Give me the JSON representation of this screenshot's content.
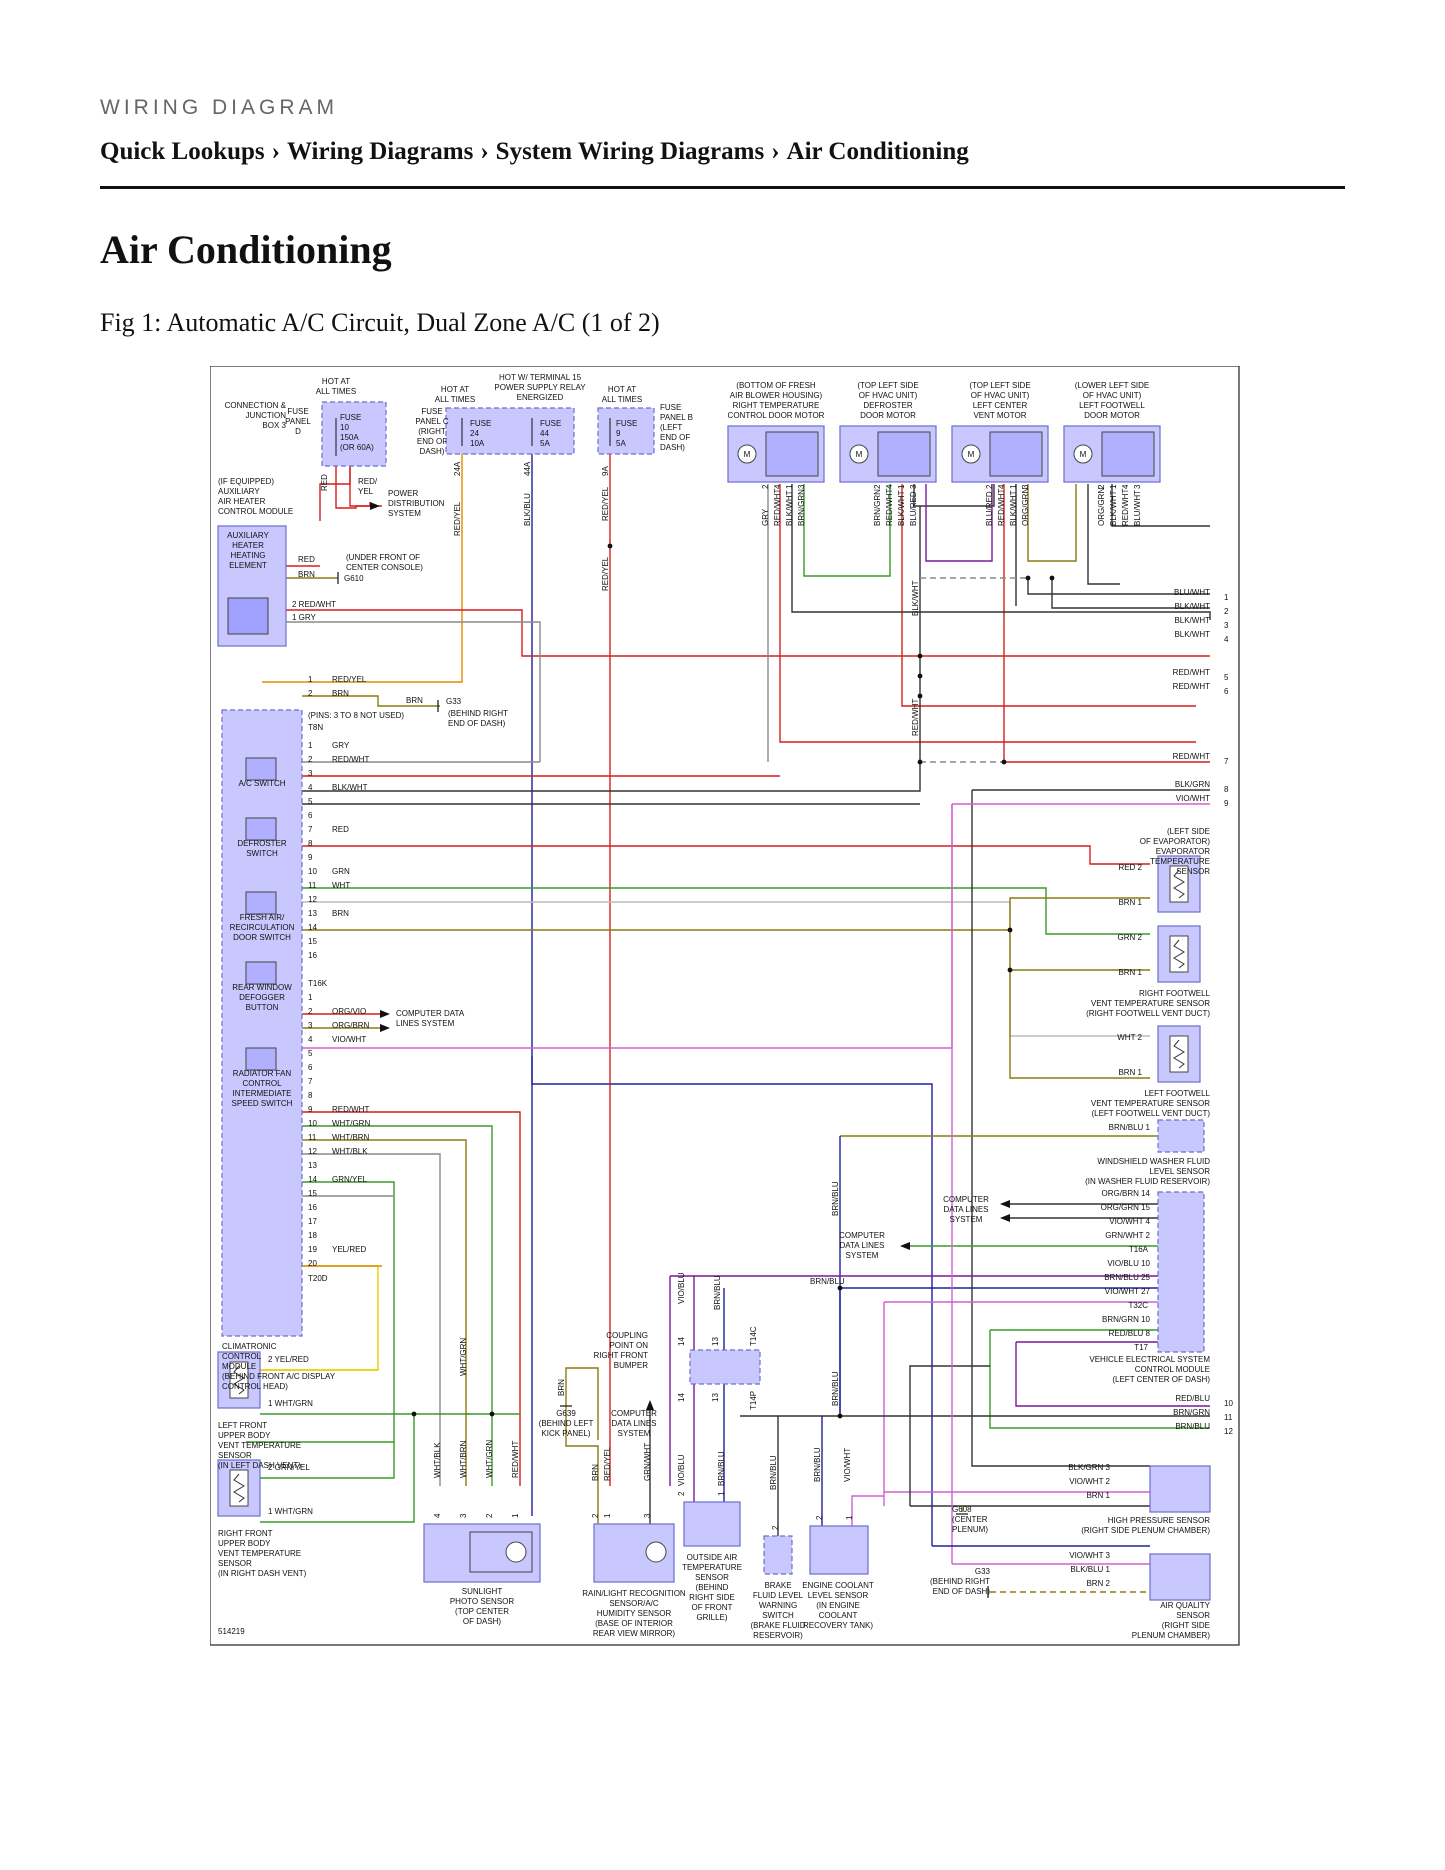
{
  "header": {
    "eyebrow": "WIRING DIAGRAM",
    "breadcrumbs": [
      "Quick Lookups",
      "Wiring Diagrams",
      "System Wiring Diagrams",
      "Air Conditioning"
    ],
    "separator": "›"
  },
  "page_title": "Air Conditioning",
  "figure_caption": "Fig 1: Automatic A/C Circuit, Dual Zone A/C (1 of 2)",
  "diagram": {
    "figure_id": "514219",
    "power": {
      "hot_all_times_1": "HOT AT ALL TIMES",
      "hot_all_times_2": "HOT AT ALL TIMES",
      "hot_terminal15": [
        "HOT W/ TERMINAL 15",
        "POWER SUPPLY RELAY",
        "ENERGIZED"
      ],
      "hot_all_times_3": "HOT AT ALL TIMES",
      "connection_junction": [
        "CONNECTION &",
        "JUNCTION",
        "BOX 3"
      ],
      "fuse_panel_d": [
        "FUSE",
        "PANEL",
        "D"
      ],
      "fuse_10": [
        "FUSE",
        "10",
        "150A",
        "(OR 60A)"
      ],
      "fuse_panel_c": [
        "FUSE",
        "PANEL C",
        "(RIGHT",
        "END OF",
        "DASH)"
      ],
      "fuse_24": [
        "FUSE",
        "24",
        "10A"
      ],
      "fuse_44": [
        "FUSE",
        "44",
        "5A"
      ],
      "fuse_9": [
        "FUSE",
        "9",
        "5A"
      ],
      "fuse_panel_b": [
        "FUSE",
        "PANEL B",
        "(LEFT",
        "END OF",
        "DASH)"
      ],
      "pds": [
        "POWER",
        "DISTRIBUTION",
        "SYSTEM"
      ],
      "red_yel": [
        "RED/",
        "YEL"
      ]
    },
    "motors": [
      {
        "label": [
          "(BOTTOM OF FRESH",
          "AIR BLOWER HOUSING)",
          "RIGHT TEMPERATURE",
          "CONTROL DOOR MOTOR"
        ],
        "wires": [
          "GRY",
          "RED/WHT",
          "BLK/WHT",
          "BRN/GRN"
        ],
        "pins": [
          "2",
          "4",
          "1",
          "3"
        ]
      },
      {
        "label": [
          "(TOP LEFT SIDE",
          "OF HVAC UNIT)",
          "DEFROSTER",
          "DOOR MOTOR"
        ],
        "wires": [
          "BRN/GRN",
          "RED/WHT",
          "BLK/WHT",
          "BLU/RED"
        ],
        "pins": [
          "2",
          "4",
          "1",
          "3"
        ]
      },
      {
        "label": [
          "(TOP LEFT SIDE",
          "OF HVAC UNIT)",
          "LEFT CENTER",
          "VENT MOTOR"
        ],
        "wires": [
          "BLU/RED",
          "RED/WHT",
          "BLK/WHT",
          "ORG/GRN"
        ],
        "pins": [
          "2",
          "4",
          "1",
          "3"
        ]
      },
      {
        "label": [
          "(LOWER LEFT SIDE",
          "OF HVAC UNIT)",
          "LEFT FOOTWELL",
          "DOOR MOTOR"
        ],
        "wires": [
          "ORG/GRN",
          "BLK/WHT",
          "RED/WHT",
          "BLU/WHT"
        ],
        "pins": [
          "2",
          "1",
          "4",
          "3"
        ]
      }
    ],
    "aux_heater": {
      "module": [
        "(IF EQUIPPED)",
        "AUXILIARY",
        "AIR HEATER",
        "CONTROL MODULE"
      ],
      "element": [
        "AUXILIARY",
        "HEATER",
        "HEATING",
        "ELEMENT"
      ],
      "ground_note": [
        "(UNDER FRONT OF",
        "CENTER CONSOLE)"
      ],
      "ground": "G610",
      "wires": [
        "RED",
        "BRN",
        "RED/WHT",
        "GRY"
      ],
      "pins": [
        "2",
        "1"
      ]
    },
    "ccm": {
      "label": [
        "CLIMATRONIC",
        "CONTROL",
        "MODULE",
        "(BEHIND FRONT A/C DISPLAY",
        "CONTROL HEAD)"
      ],
      "switches": [
        "A/C SWITCH",
        "DEFROSTER SWITCH",
        "FRESH AIR/ RECIRCULATION DOOR SWITCH",
        "REAR WINDOW DEFOGGER BUTTON",
        "RADIATOR FAN CONTROL INTERMEDIATE SPEED SWITCH"
      ],
      "connectors": [
        "T8N",
        "T16K",
        "T20D"
      ],
      "pins_note": "(PINS: 3 TO 8 NOT USED)",
      "g33": "G33",
      "g33_note": [
        "(BEHIND RIGHT",
        "END OF DASH)"
      ],
      "t8n_pins": [
        {
          "pin": "1",
          "wire": "RED/YEL"
        },
        {
          "pin": "2",
          "wire": "BRN"
        }
      ],
      "t16k_pins": [
        {
          "pin": "1",
          "wire": "GRY"
        },
        {
          "pin": "2",
          "wire": "RED/WHT"
        },
        {
          "pin": "3",
          "wire": ""
        },
        {
          "pin": "4",
          "wire": "BLK/WHT"
        },
        {
          "pin": "5",
          "wire": ""
        },
        {
          "pin": "6",
          "wire": ""
        },
        {
          "pin": "7",
          "wire": "RED"
        },
        {
          "pin": "8",
          "wire": ""
        },
        {
          "pin": "9",
          "wire": ""
        },
        {
          "pin": "10",
          "wire": "GRN"
        },
        {
          "pin": "11",
          "wire": "WHT"
        },
        {
          "pin": "12",
          "wire": ""
        },
        {
          "pin": "13",
          "wire": "BRN"
        },
        {
          "pin": "14",
          "wire": ""
        },
        {
          "pin": "15",
          "wire": ""
        },
        {
          "pin": "16",
          "wire": ""
        }
      ],
      "t20d_pins": [
        {
          "pin": "1",
          "wire": ""
        },
        {
          "pin": "2",
          "wire": "ORG/VIO"
        },
        {
          "pin": "3",
          "wire": "ORG/BRN"
        },
        {
          "pin": "4",
          "wire": "VIO/WHT"
        },
        {
          "pin": "5",
          "wire": ""
        },
        {
          "pin": "6",
          "wire": ""
        },
        {
          "pin": "7",
          "wire": ""
        },
        {
          "pin": "8",
          "wire": ""
        },
        {
          "pin": "9",
          "wire": "RED/WHT"
        },
        {
          "pin": "10",
          "wire": "WHT/GRN"
        },
        {
          "pin": "11",
          "wire": "WHT/BRN"
        },
        {
          "pin": "12",
          "wire": "WHT/BLK"
        },
        {
          "pin": "13",
          "wire": ""
        },
        {
          "pin": "14",
          "wire": "GRN/YEL"
        },
        {
          "pin": "15",
          "wire": ""
        },
        {
          "pin": "16",
          "wire": ""
        },
        {
          "pin": "17",
          "wire": ""
        },
        {
          "pin": "18",
          "wire": ""
        },
        {
          "pin": "19",
          "wire": "YEL/RED"
        },
        {
          "pin": "20",
          "wire": ""
        }
      ],
      "cdls": [
        "COMPUTER DATA",
        "LINES SYSTEM"
      ]
    },
    "right_bus": [
      {
        "wire": "BLU/WHT",
        "ref": "1"
      },
      {
        "wire": "BLK/WHT",
        "ref": "2"
      },
      {
        "wire": "BLK/WHT",
        "ref": "3"
      },
      {
        "wire": "BLK/WHT",
        "ref": "4"
      },
      {
        "wire": "RED/WHT",
        "ref": "5"
      },
      {
        "wire": "RED/WHT",
        "ref": "6"
      },
      {
        "wire": "RED/WHT",
        "ref": "7"
      },
      {
        "wire": "BLK/GRN",
        "ref": "8"
      },
      {
        "wire": "VIO/WHT",
        "ref": "9"
      }
    ],
    "sensors_right": {
      "evap": [
        "(LEFT SIDE",
        "OF EVAPORATOR)",
        "EVAPORATOR",
        "TEMPERATURE",
        "SENSOR"
      ],
      "rfoot": [
        "RIGHT FOOTWELL",
        "VENT TEMPERATURE SENSOR",
        "(RIGHT FOOTWELL VENT DUCT)"
      ],
      "lfoot": [
        "LEFT FOOTWELL",
        "VENT TEMPERATURE SENSOR",
        "(LEFT FOOTWELL VENT DUCT)"
      ],
      "washer": [
        "WINDSHIELD WASHER FLUID",
        "LEVEL SENSOR",
        "(IN WASHER FLUID RESERVOIR)"
      ],
      "evap_wires": [
        {
          "wire": "RED",
          "pin": "2"
        },
        {
          "wire": "BRN",
          "pin": "1"
        }
      ],
      "rfoot_wires": [
        {
          "wire": "GRN",
          "pin": "2"
        },
        {
          "wire": "BRN",
          "pin": "1"
        }
      ],
      "lfoot_wires": [
        {
          "wire": "WHT",
          "pin": "2"
        },
        {
          "wire": "BRN",
          "pin": "1"
        }
      ],
      "washer_wire": {
        "wire": "BRN/BLU",
        "pin": "1"
      }
    },
    "vecm": {
      "label": [
        "VEHICLE ELECTRICAL SYSTEM",
        "CONTROL MODULE",
        "(LEFT CENTER OF DASH)"
      ],
      "cdls": [
        "COMPUTER",
        "DATA LINES",
        "SYSTEM"
      ],
      "t16a": "T16A",
      "t32c": "T32C",
      "t17": "T17",
      "pins": [
        {
          "wire": "ORG/BRN",
          "pin": "14"
        },
        {
          "wire": "ORG/GRN",
          "pin": "15"
        },
        {
          "wire": "VIO/WHT",
          "pin": "4"
        },
        {
          "wire": "GRN/WHT",
          "pin": "2"
        },
        {
          "wire": "VIO/BLU",
          "pin": "10"
        },
        {
          "wire": "BRN/BLU",
          "pin": "25"
        },
        {
          "wire": "VIO/WHT",
          "pin": "27"
        },
        {
          "wire": "BRN/GRN",
          "pin": "10"
        },
        {
          "wire": "RED/BLU",
          "pin": "8"
        }
      ],
      "out_bus": [
        {
          "wire": "RED/BLU",
          "ref": "10"
        },
        {
          "wire": "BRN/GRN",
          "ref": "11"
        },
        {
          "wire": "BRN/BLU",
          "ref": "12"
        }
      ]
    },
    "bottom": {
      "lf_sensor": [
        "LEFT FRONT",
        "UPPER BODY",
        "VENT TEMPERATURE",
        "SENSOR",
        "(IN LEFT DASH VENT)"
      ],
      "rf_sensor": [
        "RIGHT FRONT",
        "UPPER BODY",
        "VENT TEMPERATURE",
        "SENSOR",
        "(IN RIGHT DASH VENT)"
      ],
      "lf_wires": [
        {
          "pin": "2",
          "wire": "YEL/RED"
        },
        {
          "pin": "1",
          "wire": "WHT/GRN"
        }
      ],
      "rf_wires": [
        {
          "pin": "2",
          "wire": "GRN/YEL"
        },
        {
          "pin": "1",
          "wire": "WHT/GRN"
        }
      ],
      "sunlight": [
        "SUNLIGHT",
        "PHOTO SENSOR",
        "(TOP CENTER",
        "OF DASH)"
      ],
      "sunlight_wires": [
        {
          "pin": "4",
          "wire": "WHT/BLK"
        },
        {
          "pin": "3",
          "wire": "WHT/BRN"
        },
        {
          "pin": "2",
          "wire": "WHT/GRN"
        },
        {
          "pin": "1",
          "wire": "RED/WHT"
        }
      ],
      "rain": [
        "RAIN/LIGHT RECOGNITION",
        "SENSOR/A/C",
        "HUMIDITY SENSOR",
        "(BASE OF INTERIOR",
        "REAR VIEW MIRROR)"
      ],
      "rain_wires": [
        {
          "pin": "2",
          "wire": "BRN"
        },
        {
          "pin": "1",
          "wire": "RED/YEL"
        },
        {
          "pin": "3",
          "wire": "GRN/WHT"
        }
      ],
      "g639": [
        "G639",
        "(BEHIND LEFT",
        "KICK PANEL)"
      ],
      "coupling": [
        "COUPLING",
        "POINT ON",
        "RIGHT FRONT",
        "BUMPER"
      ],
      "coupling_cdls": [
        "COMPUTER",
        "DATA LINES",
        "SYSTEM"
      ],
      "t14c": "T14C",
      "t14p": "T14P",
      "outside": [
        "OUTSIDE AIR",
        "TEMPERATURE",
        "SENSOR",
        "(BEHIND",
        "RIGHT SIDE",
        "OF FRONT",
        "GRILLE)"
      ],
      "outside_wires": [
        {
          "pin": "2",
          "wire": "VIO/BLU"
        },
        {
          "pin": "1",
          "wire": "BRN/BLU"
        }
      ],
      "brake": [
        "BRAKE",
        "FLUID LEVEL",
        "WARNING",
        "SWITCH",
        "(BRAKE FLUID",
        "RESERVOIR)"
      ],
      "brake_wire": {
        "pin": "2",
        "wire": "BRN/BLU"
      },
      "coolant": [
        "ENGINE COOLANT",
        "LEVEL SENSOR",
        "(IN ENGINE",
        "COOLANT",
        "RECOVERY TANK)"
      ],
      "coolant_wires": [
        {
          "pin": "2",
          "wire": "BRN/BLU"
        },
        {
          "pin": "1",
          "wire": "VIO/WHT"
        }
      ],
      "hps": [
        "HIGH PRESSURE SENSOR",
        "(RIGHT SIDE PLENUM CHAMBER)"
      ],
      "hps_wires": [
        {
          "wire": "BLK/GRN",
          "pin": "3"
        },
        {
          "wire": "VIO/WHT",
          "pin": "2"
        },
        {
          "wire": "BRN",
          "pin": "1"
        }
      ],
      "g608": [
        "G608",
        "(CENTER",
        "PLENUM)"
      ],
      "aqs": [
        "AIR QUALITY",
        "SENSOR",
        "(RIGHT SIDE",
        "PLENUM CHAMBER)"
      ],
      "aqs_wires": [
        {
          "wire": "VIO/WHT",
          "pin": "3"
        },
        {
          "wire": "BLK/BLU",
          "pin": "1"
        },
        {
          "wire": "BRN",
          "pin": "2"
        }
      ],
      "g33": [
        "G33",
        "(BEHIND RIGHT",
        "END OF DASH)"
      ]
    },
    "colors": {
      "box_fill": "#c8c8ff",
      "box_stroke": "#6d6dcc",
      "red": "#d61f1f",
      "green": "#3a9a2a",
      "blue": "#2020a0",
      "violet": "#7a1a9a",
      "pink": "#d060d0",
      "olive": "#8a7a10",
      "gray": "#8a8a8a",
      "black": "#222222",
      "orange": "#e08a00",
      "yellow": "#e8d000"
    }
  }
}
